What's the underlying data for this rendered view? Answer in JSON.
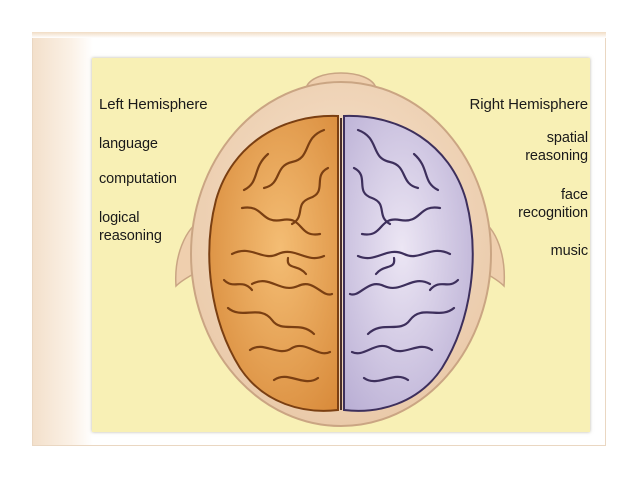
{
  "diagram": {
    "left": {
      "title": "Left Hemisphere",
      "items": [
        "language",
        "computation",
        "logical\nreasoning"
      ]
    },
    "right": {
      "title": "Right Hemisphere",
      "items": [
        "spatial\nreasoning",
        "face\nrecognition",
        "music"
      ]
    }
  },
  "colors": {
    "background": "#f8f0b5",
    "head": "#f2d9bf",
    "left_hemisphere": "#e9a356",
    "right_hemisphere": "#d9cfe8"
  }
}
